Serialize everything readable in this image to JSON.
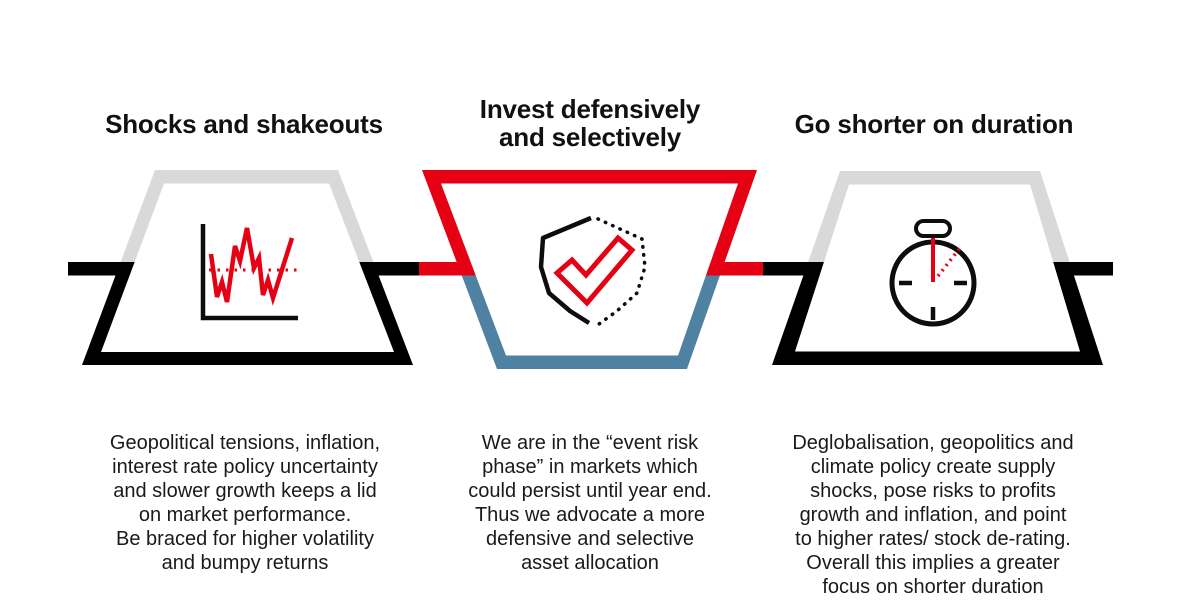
{
  "columns": [
    {
      "title": "Shocks and shakeouts",
      "icon": "volatility-chart-icon",
      "description": [
        "Geopolitical tensions, inflation,",
        "interest rate policy uncertainty",
        "and slower growth keeps a lid",
        "on market performance.",
        "Be braced for higher volatility",
        "and bumpy returns"
      ]
    },
    {
      "title": [
        "Invest defensively",
        "and selectively"
      ],
      "icon": "shield-check-icon",
      "description": [
        "We are in the “event risk",
        "phase” in markets which",
        "could persist until year end.",
        "Thus we advocate a more",
        "defensive and selective",
        "asset allocation"
      ]
    },
    {
      "title": "Go shorter on duration",
      "icon": "stopwatch-icon",
      "description": [
        "Deglobalisation, geopolitics and",
        "climate policy create supply",
        "shocks, pose risks to profits",
        "growth and inflation, and point",
        "to higher rates/ stock de-rating.",
        "Overall this implies a greater",
        "focus on shorter duration"
      ]
    }
  ],
  "colors": {
    "red": "#e60014",
    "blue": "#4f81a3",
    "gray": "#d9d9d9",
    "black": "#000000",
    "text": "#1a1a1a"
  }
}
